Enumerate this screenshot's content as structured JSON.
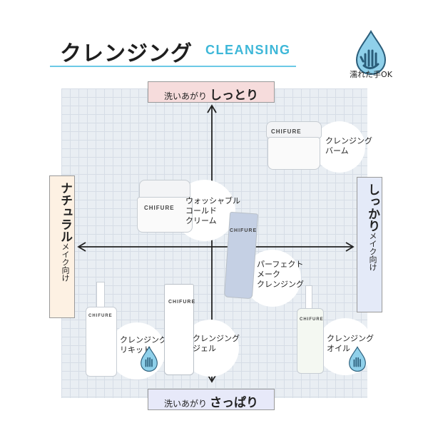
{
  "title": {
    "jp": "クレンジング",
    "en": "CLEANSING"
  },
  "wet_hands": {
    "icon": "wet-hand-icon",
    "label": "濡れた手OK"
  },
  "axes": {
    "top": {
      "small": "洗いあがり",
      "big": "しっとり"
    },
    "bottom": {
      "small": "洗いあがり",
      "big": "さっぱり"
    },
    "left": {
      "big": "ナチュラル",
      "small": "メイク向け"
    },
    "right": {
      "big": "しっかり",
      "small": "メイク向け"
    }
  },
  "products": [
    {
      "label": [
        "クレンジング",
        "バーム"
      ],
      "brand": "CHIFURE"
    },
    {
      "label": [
        "ウォッシャブル",
        "コールド",
        "クリーム"
      ],
      "brand": "CHIFURE"
    },
    {
      "label": [
        "パーフェクト",
        "メーク",
        "クレンジング"
      ],
      "brand": "CHIFURE"
    },
    {
      "label": [
        "クレンジング",
        "リキッド"
      ],
      "brand": "CHIFURE"
    },
    {
      "label": [
        "クレンジング",
        "ジェル"
      ],
      "brand": "CHIFURE"
    },
    {
      "label": [
        "クレンジング",
        "オイル"
      ],
      "brand": "CHIFURE"
    }
  ],
  "colors": {
    "accent": "#3db7d8",
    "grid": "#e9eef3",
    "top_label_bg": "#f6dcdc",
    "bottom_label_bg": "#e7e9f9"
  }
}
